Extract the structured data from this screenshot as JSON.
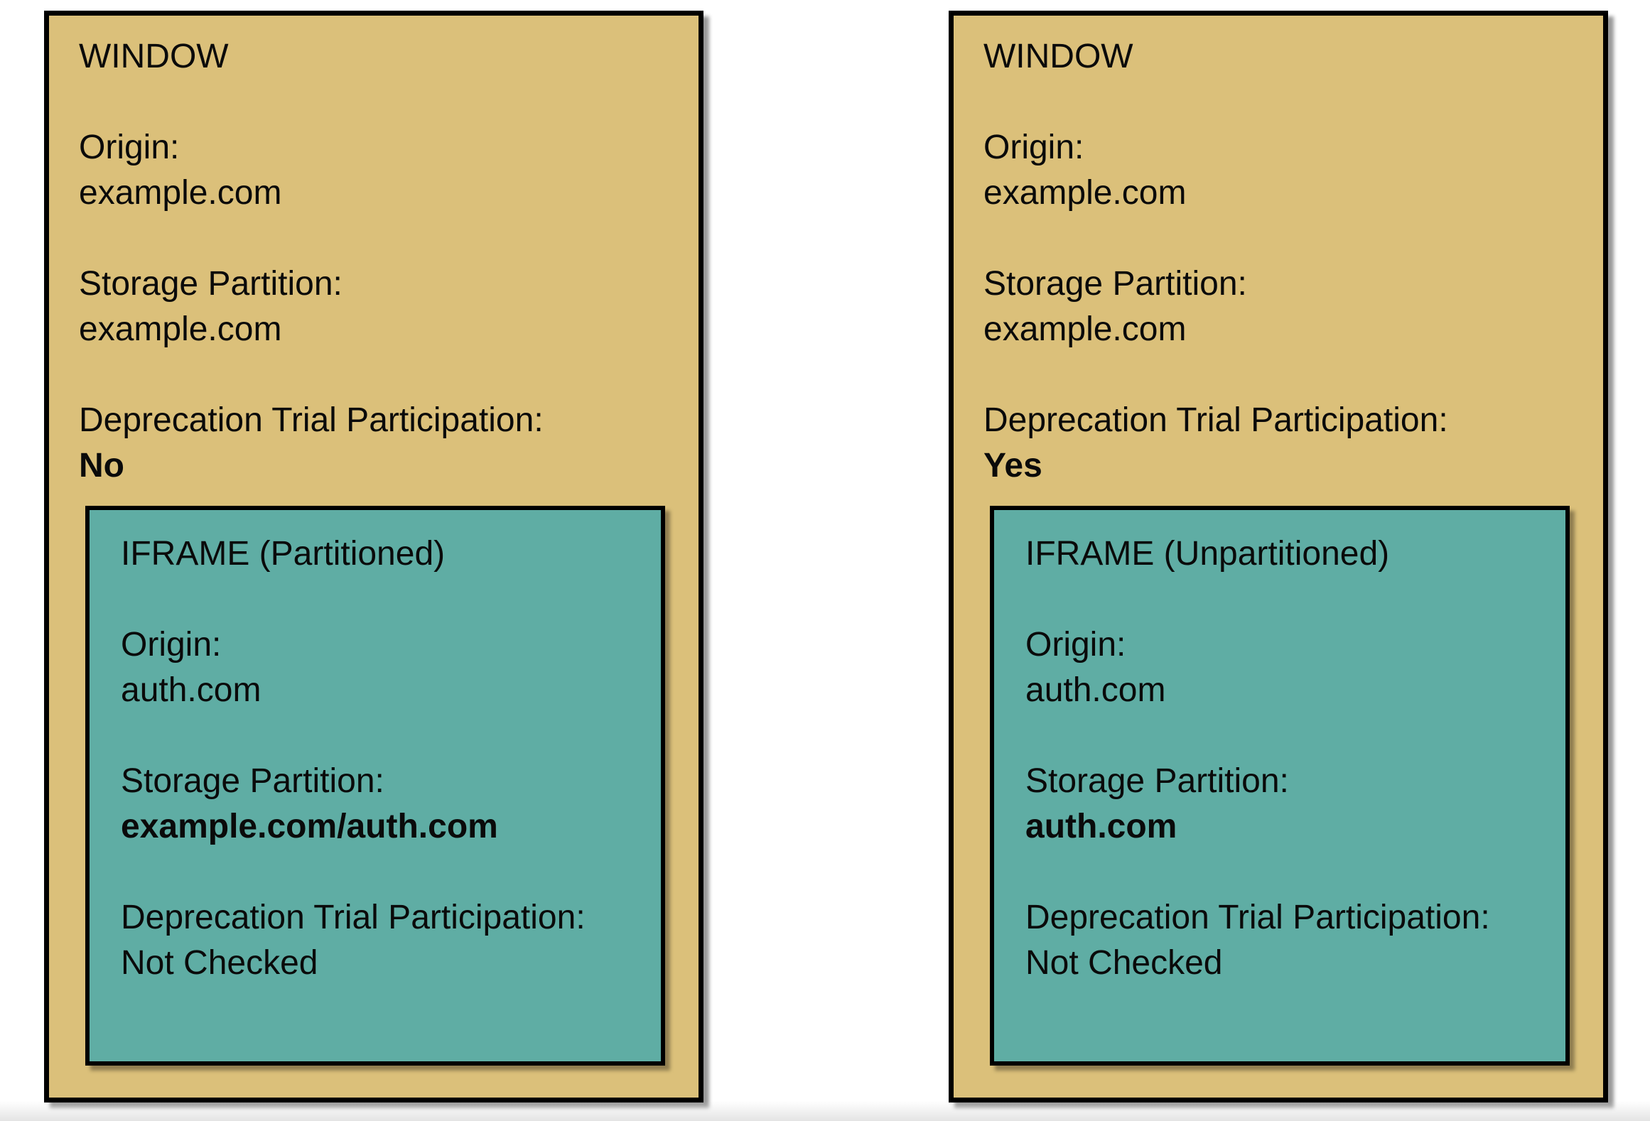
{
  "diagram": {
    "colors": {
      "window_bg": "#DBC07A",
      "iframe_bg": "#5FADA4",
      "border": "#000000"
    },
    "windows": [
      {
        "title": "WINDOW",
        "origin_label": "Origin:",
        "origin_value": "example.com",
        "storage_label": "Storage Partition:",
        "storage_value": "example.com",
        "trial_label": "Deprecation Trial Participation:",
        "trial_value": "No",
        "iframe": {
          "title": "IFRAME (Partitioned)",
          "origin_label": "Origin:",
          "origin_value": "auth.com",
          "storage_label": "Storage Partition:",
          "storage_value": "example.com/auth.com",
          "trial_label": "Deprecation Trial Participation:",
          "trial_value": "Not Checked"
        }
      },
      {
        "title": "WINDOW",
        "origin_label": "Origin:",
        "origin_value": "example.com",
        "storage_label": "Storage Partition:",
        "storage_value": "example.com",
        "trial_label": "Deprecation Trial Participation:",
        "trial_value": "Yes",
        "iframe": {
          "title": "IFRAME (Unpartitioned)",
          "origin_label": "Origin:",
          "origin_value": "auth.com",
          "storage_label": "Storage Partition:",
          "storage_value": "auth.com",
          "trial_label": "Deprecation Trial Participation:",
          "trial_value": "Not Checked"
        }
      }
    ]
  }
}
